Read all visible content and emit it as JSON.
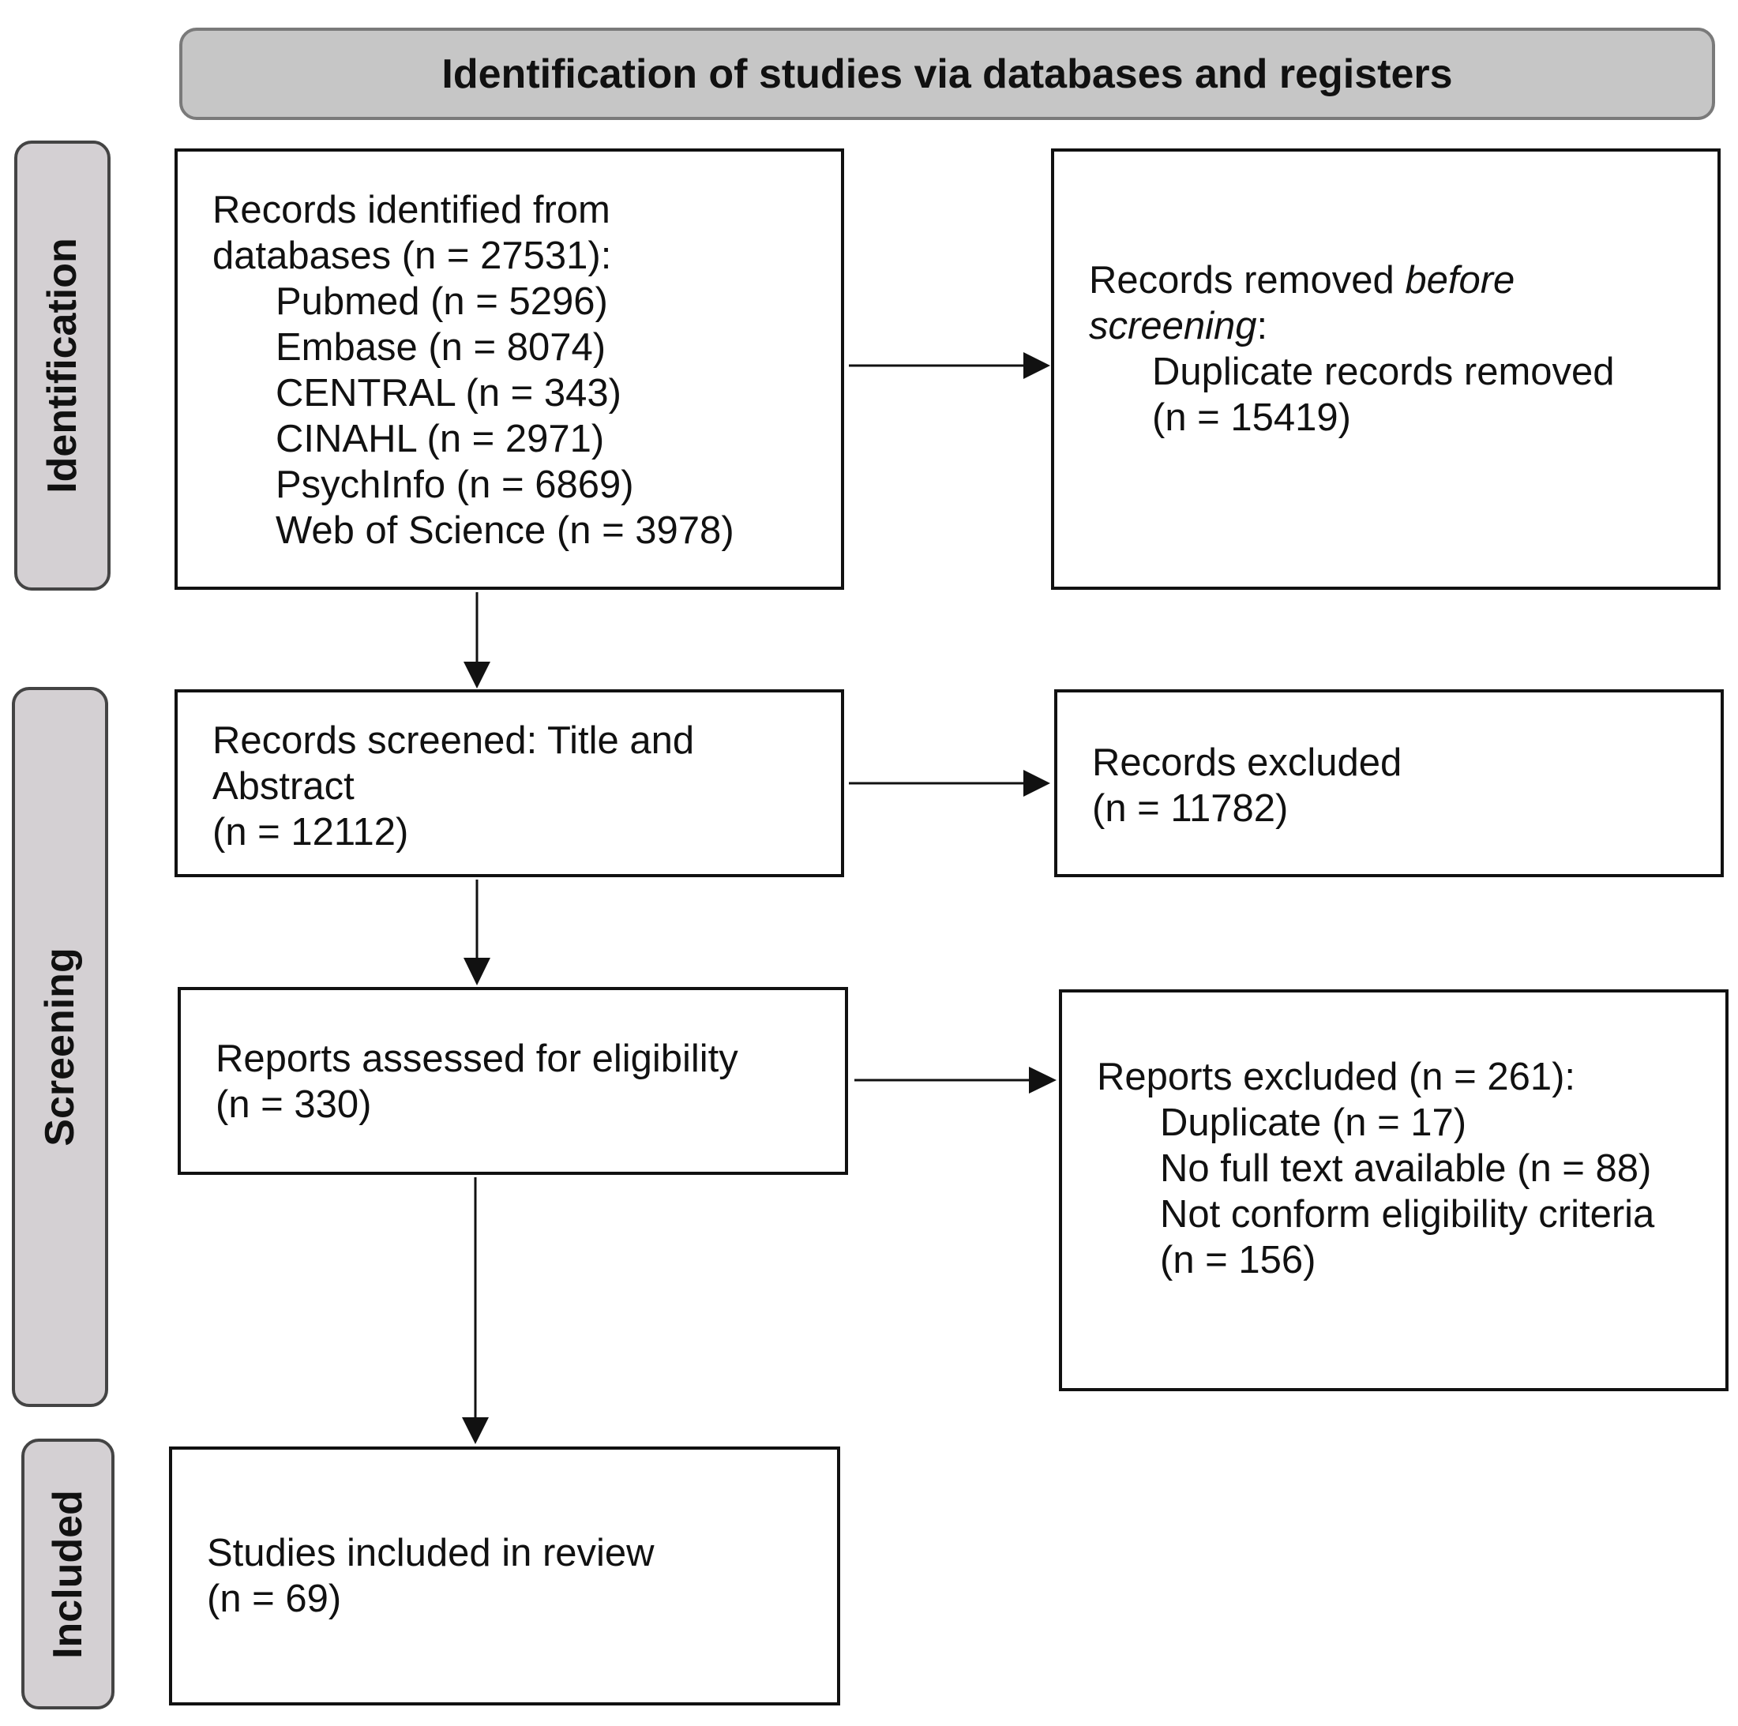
{
  "header": {
    "title": "Identification of studies via databases and registers"
  },
  "stages": {
    "identification": "Identification",
    "screening": "Screening",
    "included": "Included"
  },
  "records_identified": {
    "title_line1": "Records identified from",
    "title_line2": "databases (n = 27531):",
    "sources": [
      "Pubmed (n = 5296)",
      "Embase (n = 8074)",
      "CENTRAL (n = 343)",
      "CINAHL (n = 2971)",
      "PsychInfo (n = 6869)",
      "Web of Science (n = 3978)"
    ]
  },
  "records_removed": {
    "line1_prefix": "Records removed ",
    "line1_emph": "before",
    "line2_emph": "screening",
    "line2_suffix": ":",
    "item_line1": "Duplicate records removed",
    "item_line2": "(n = 15419)"
  },
  "records_screened": {
    "line1": "Records screened: Title and",
    "line2": "Abstract",
    "line3": "(n = 12112)"
  },
  "records_excluded": {
    "line1": "Records excluded",
    "line2": "(n = 11782)"
  },
  "reports_assessed": {
    "line1": "Reports assessed for eligibility",
    "line2": "(n = 330)"
  },
  "reports_excluded": {
    "title": "Reports excluded (n = 261):",
    "items": [
      "Duplicate (n = 17)",
      "No full text available (n = 88)",
      "Not conform eligibility criteria",
      "(n = 156)"
    ]
  },
  "studies_included": {
    "line1": "Studies included in review",
    "line2": "(n = 69)"
  }
}
